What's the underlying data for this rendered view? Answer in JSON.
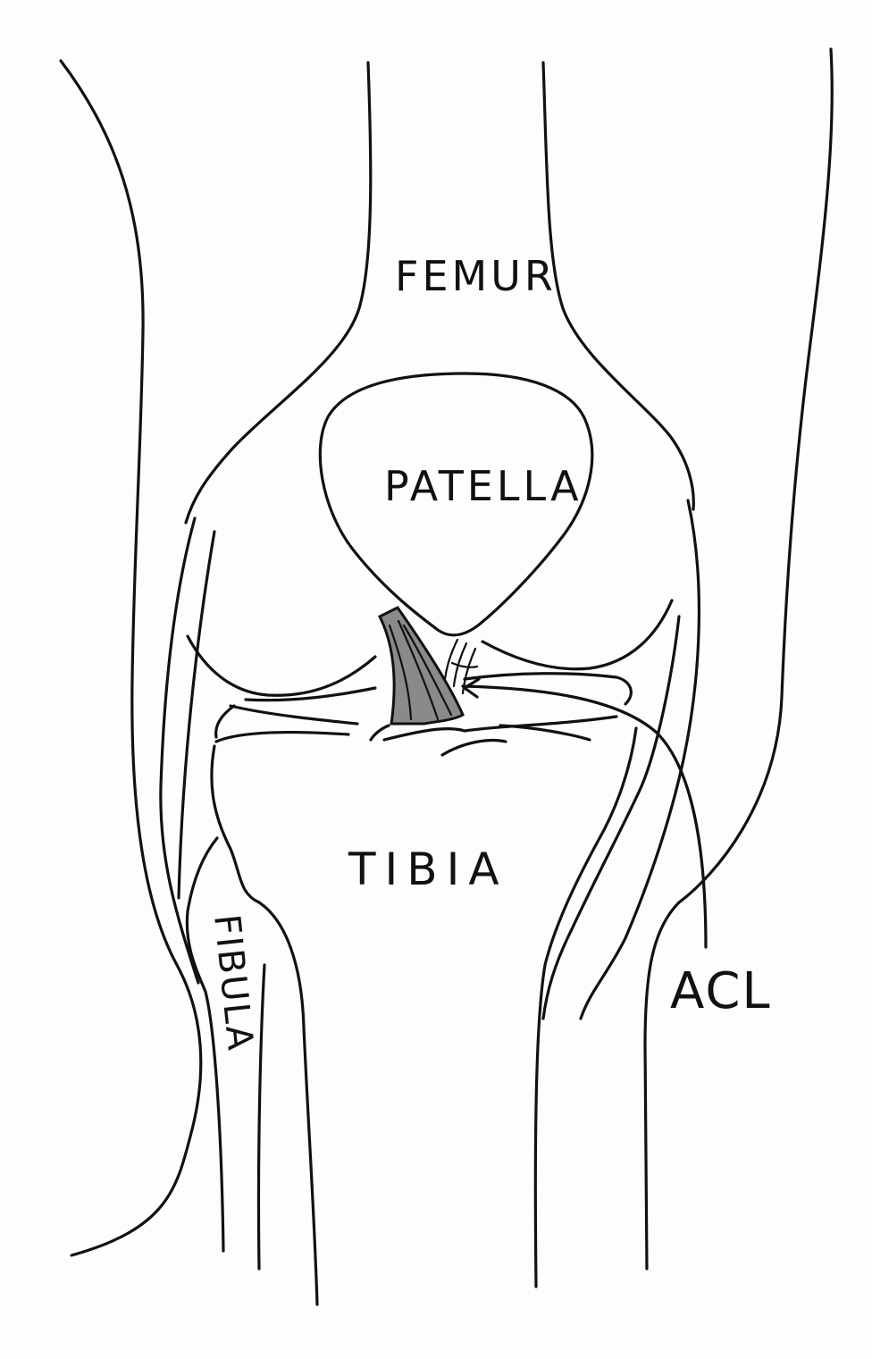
{
  "labels": {
    "femur": "FEMUR",
    "patella": "PATELLA",
    "tibia": "TIBIA",
    "fibula": "FIBULA",
    "acl": "ACL"
  },
  "colors": {
    "ink": "#111111",
    "ligament_fill": "#8a8a8a",
    "paper": "#fdfdfb"
  }
}
